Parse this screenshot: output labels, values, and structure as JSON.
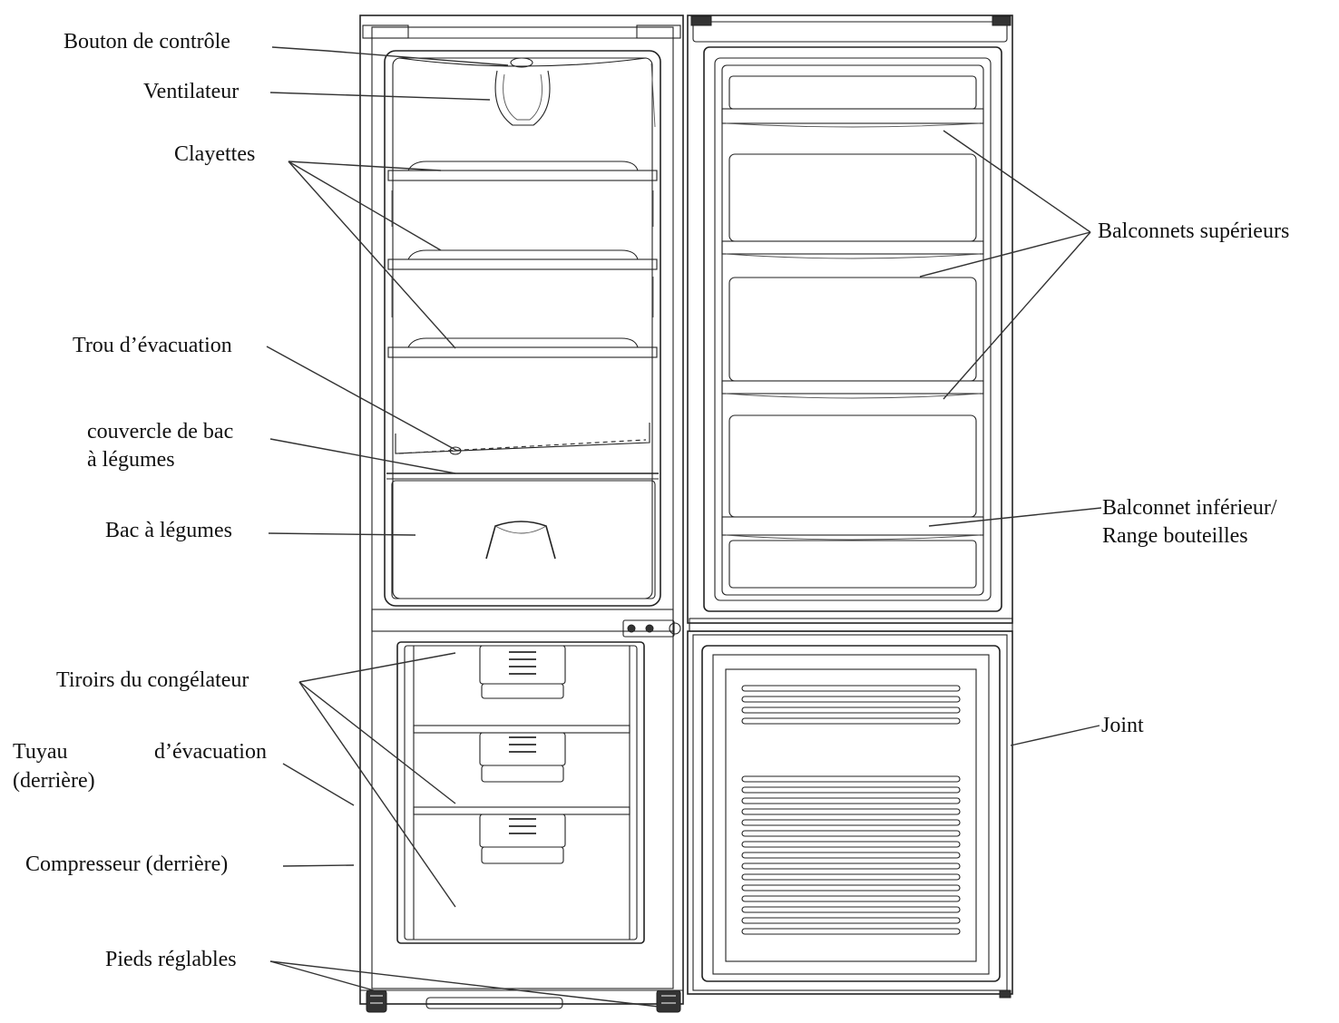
{
  "labels": {
    "bouton": "Bouton de contrôle",
    "ventilateur": "Ventilateur",
    "clayettes": "Clayettes",
    "trou": "Trou d’évacuation",
    "couvercle_1": "couvercle de bac",
    "couvercle_2": "à légumes",
    "bac": "Bac à légumes",
    "tiroirs": "Tiroirs du congélateur",
    "tuyau_a": "Tuyau",
    "tuyau_b": "d’évacuation",
    "tuyau_2": "(derrière)",
    "compresseur": "Compresseur (derrière)",
    "pieds": "Pieds réglables",
    "balconnets_sup": "Balconnets supérieurs",
    "balconnet_inf_1": "Balconnet inférieur/",
    "balconnet_inf_2": "Range bouteilles",
    "joint": "Joint"
  }
}
